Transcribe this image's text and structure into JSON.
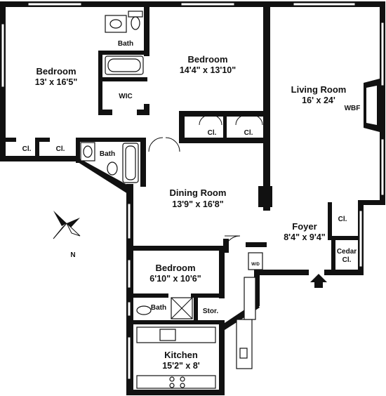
{
  "rooms": {
    "bedroom_left": {
      "name": "Bedroom",
      "dims": "13' x 16'5\""
    },
    "bedroom_mid": {
      "name": "Bedroom",
      "dims": "14'4\" x 13'10\""
    },
    "living": {
      "name": "Living Room",
      "dims": "16' x 24'",
      "fireplace": "WBF"
    },
    "dining": {
      "name": "Dining Room",
      "dims": "13'9\" x 16'8\""
    },
    "foyer": {
      "name": "Foyer",
      "dims": "8'4\" x 9'4\""
    },
    "bedroom_small": {
      "name": "Bedroom",
      "dims": "6'10\" x 10'6\""
    },
    "kitchen": {
      "name": "Kitchen",
      "dims": "15'2\" x 8'"
    }
  },
  "labels": {
    "bath_top": "Bath",
    "wic": "WIC",
    "bath_left": "Bath",
    "bath_small": "Bath",
    "closet_1": "Cl.",
    "closet_2": "Cl.",
    "closet_3": "Cl.",
    "closet_4": "Cl.",
    "closet_foyer": "Cl.",
    "cedar_1": "Cedar",
    "cedar_2": "Cl.",
    "storage": "Stor.",
    "wd": "W/D",
    "compass": "N"
  },
  "colors": {
    "wall": "#111111",
    "background": "#ffffff"
  }
}
